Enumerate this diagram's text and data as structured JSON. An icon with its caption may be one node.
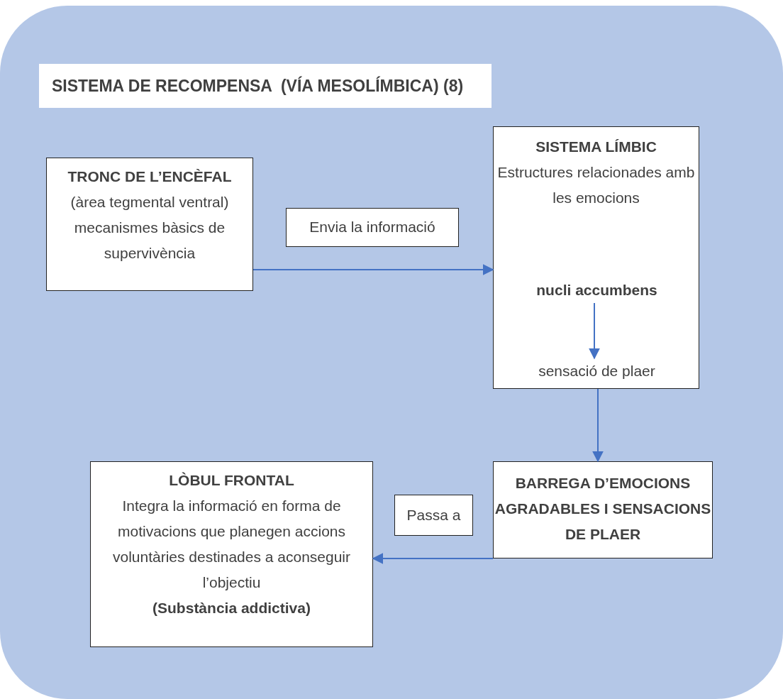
{
  "diagram": {
    "title": "SISTEMA DE RECOMPENSA  (VÍA MESOLÍMBICA) (8)",
    "nodes": [
      {
        "text": [
          "TRONC DE L’ENCÈFAL",
          "(àrea tegmental ventral) mecanismes bàsics de supervivència"
        ]
      },
      {
        "text": [
          "Envia la informació"
        ]
      },
      {
        "text": [
          "SISTEMA LÍMBIC",
          "Estructures relacionades amb les emocions"
        ]
      },
      {
        "text": [
          "nucli accumbens"
        ],
        "in": 2
      },
      {
        "text": [
          "sensació de plaer"
        ],
        "in": 2
      },
      {
        "text": [
          "LÒBUL FRONTAL",
          "Integra la informació en forma de motivacions que planegen accions voluntàries destinades a aconseguir l’objectiu",
          "(Substància addictiva)"
        ]
      },
      {
        "text": [
          "Passa a"
        ]
      },
      {
        "text": [
          "BARREGA D’EMOCIONS AGRADABLES I SENSACIONS DE PLAER"
        ]
      }
    ],
    "edges": [
      {
        "from": 0,
        "to": 2,
        "arrow": "to"
      },
      {
        "from": 3,
        "to": 4,
        "arrow": "to"
      },
      {
        "from": 2,
        "to": 7,
        "arrow": "to"
      },
      {
        "from": 7,
        "to": 5,
        "arrow": "to"
      }
    ]
  }
}
